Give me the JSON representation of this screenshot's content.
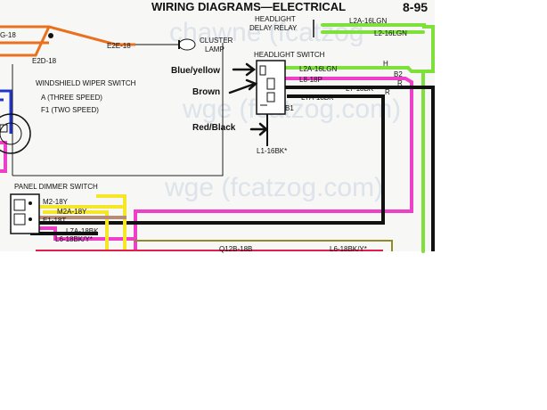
{
  "header": {
    "title": "WIRING DIAGRAMS—ELECTRICAL",
    "page": "8-95"
  },
  "watermarks": [
    "chawne (fcatzog",
    "wge (fcatzog.com)",
    "wge (fcatzog.com)"
  ],
  "components": {
    "headlight_delay_relay": {
      "line1": "HEADLIGHT",
      "line2": "DELAY RELAY"
    },
    "cluster_lamp": {
      "line1": "CLUSTER",
      "line2": "LAMP"
    },
    "headlight_switch": "HEADLIGHT SWITCH",
    "wiper_switch": {
      "title": "WINDSHIELD WIPER SWITCH",
      "opt_a": "A (THREE SPEED)",
      "opt_f1": "F1 (TWO SPEED)"
    },
    "panel_dimmer_switch": "PANEL DIMMER SWITCH"
  },
  "wires": {
    "l2a_top": "L2A-16LGN",
    "l2_top": "L2-16LGN",
    "l2a_switch": "L2A-16LGN",
    "l8": "L8-18P",
    "l7": "L7-18BK",
    "l7a": "L7A-18BK",
    "l1": "L1-16BK*",
    "e2e": "E2E-18",
    "e2d": "E2D-18",
    "g18": "G-18",
    "m2": "M2-18Y",
    "m2a": "M2A-18Y",
    "e1": "E1-18T",
    "l7a_dim": "L7A-18BK",
    "l6": "L6-18BK/Y*",
    "q12b": "Q12B-18B",
    "l6_right": "L6-18BK/Y*"
  },
  "terminals": {
    "h": "H",
    "b2": "B2",
    "r1": "R",
    "r2": "R",
    "b1": "B1"
  },
  "annotations": {
    "blue_yellow": "Blue/yellow",
    "brown": "Brown",
    "red_black": "Red/Black"
  },
  "colors": {
    "green": "#7ee03a",
    "pink": "#ee3fc8",
    "black": "#111111",
    "orange": "#e8701e",
    "yellow": "#f6e62a",
    "brown": "#b48c78",
    "blue": "#2233cc",
    "red": "#e0204a",
    "olive": "#8c8c28"
  }
}
